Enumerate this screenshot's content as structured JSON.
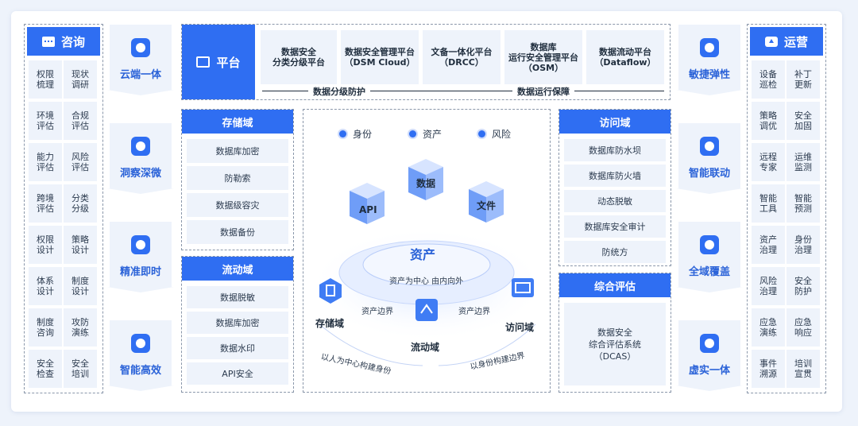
{
  "left": {
    "header": "咨询",
    "cells": [
      [
        "权限\n梳理",
        "现状\n调研"
      ],
      [
        "环境\n评估",
        "合规\n评估"
      ],
      [
        "能力\n评估",
        "风险\n评估"
      ],
      [
        "跨境\n评估",
        "分类\n分级"
      ],
      [
        "权限\n设计",
        "策略\n设计"
      ],
      [
        "体系\n设计",
        "制度\n设计"
      ],
      [
        "制度\n咨询",
        "攻防\n演练"
      ],
      [
        "安全\n检查",
        "安全\n培训"
      ]
    ]
  },
  "left_features": [
    "云端一体",
    "洞察深微",
    "精准即时",
    "智能高效"
  ],
  "platform": {
    "title": "平台",
    "items": [
      "数据安全\n分类分级平台",
      "数据安全管理平台\n（DSM Cloud）",
      "文备一体化平台\n（DRCC）",
      "数据库\n运行安全管理平台\n（OSM）",
      "数据流动平台\n（Dataflow）"
    ],
    "caption_left": "数据分级防护",
    "caption_right": "数据运行保障"
  },
  "storage": {
    "title": "存储域",
    "items": [
      "数据库加密",
      "防勒索",
      "数据级容灾",
      "数据备份"
    ]
  },
  "flow": {
    "title": "流动域",
    "items": [
      "数据脱敏",
      "数据库加密",
      "数据水印",
      "API安全"
    ]
  },
  "center": {
    "legend": [
      "身份",
      "资产",
      "风险"
    ],
    "cubes": [
      "API",
      "数据",
      "文件"
    ],
    "asset_title": "资产",
    "asset_sub": "资产为中心 由内向外",
    "edge_left": "资产边界",
    "edge_right": "资产边界",
    "domain_storage": "存储域",
    "domain_flow": "流动域",
    "domain_access": "访问域",
    "arc_left": "以人为中心构建身份",
    "arc_right": "以身份构建边界"
  },
  "access": {
    "title": "访问域",
    "items": [
      "数据库防水坝",
      "数据库防火墙",
      "动态脱敏",
      "数据库安全审计",
      "防统方"
    ]
  },
  "evaluation": {
    "title": "综合评估",
    "body": "数据安全\n综合评估系统\n（DCAS）"
  },
  "right_features": [
    "敏捷弹性",
    "智能联动",
    "全域覆盖",
    "虚实一体"
  ],
  "right": {
    "header": "运营",
    "cells": [
      [
        "设备\n巡检",
        "补丁\n更新"
      ],
      [
        "策略\n调优",
        "安全\n加固"
      ],
      [
        "远程\n专家",
        "运维\n监测"
      ],
      [
        "智能\n工具",
        "智能\n预测"
      ],
      [
        "资产\n治理",
        "身份\n治理"
      ],
      [
        "风险\n治理",
        "安全\n防护"
      ],
      [
        "应急\n演练",
        "应急\n响应"
      ],
      [
        "事件\n溯源",
        "培训\n宣贯"
      ]
    ]
  },
  "colors": {
    "primary": "#2f6ef2",
    "light": "#eef3fb",
    "accent": "#2a62d8"
  }
}
